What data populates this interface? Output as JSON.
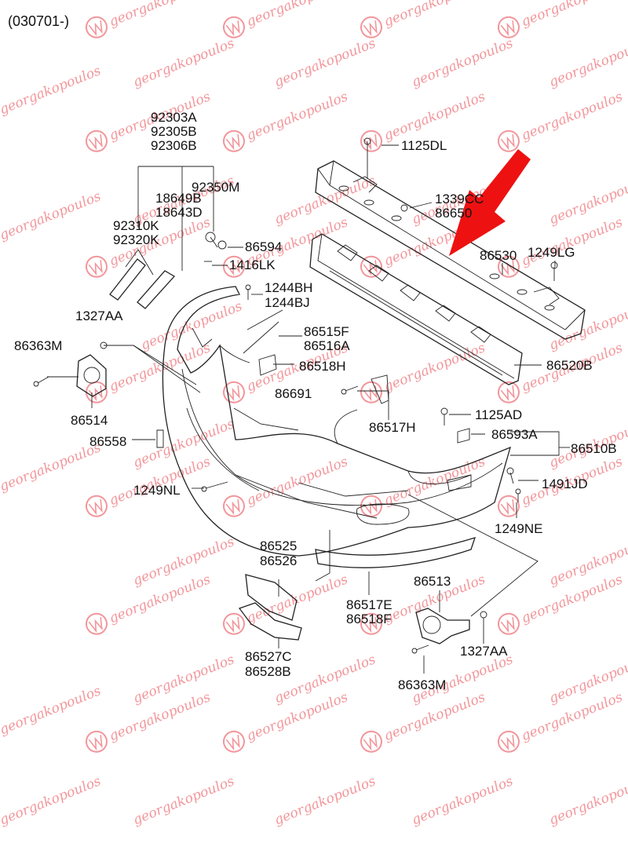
{
  "header": {
    "code": "(030701-)"
  },
  "watermark": {
    "text": "georgakopoulos",
    "color": "#e8424a"
  },
  "arrow_color": "#ee1111",
  "labels": {
    "l92303A": "92303A",
    "l92305B": "92305B",
    "l92306B": "92306B",
    "l92350M": "92350M",
    "l18649B": "18649B",
    "l18643D": "18643D",
    "l92310K": "92310K",
    "l92320K": "92320K",
    "l86594": "86594",
    "l1416LK": "1416LK",
    "l1244BH": "1244BH",
    "l1244BJ": "1244BJ",
    "l1327AA_a": "1327AA",
    "l86363M_a": "86363M",
    "l86514": "86514",
    "l86558": "86558",
    "l1125DL": "1125DL",
    "l1339CC": "1339CC",
    "l86650": "86650",
    "l86530": "86530",
    "l1249LG": "1249LG",
    "l86515F": "86515F",
    "l86516A": "86516A",
    "l86518H": "86518H",
    "l86691": "86691",
    "l86520B": "86520B",
    "l86517H": "86517H",
    "l1125AD": "1125AD",
    "l86593A": "86593A",
    "l86510B": "86510B",
    "l1249NL": "1249NL",
    "l1491JD": "1491JD",
    "l1249NE": "1249NE",
    "l86525": "86525",
    "l86526": "86526",
    "l86513": "86513",
    "l86517E": "86517E",
    "l86518F": "86518F",
    "l86527C": "86527C",
    "l86528B": "86528B",
    "l1327AA_b": "1327AA",
    "l86363M_b": "86363M"
  }
}
